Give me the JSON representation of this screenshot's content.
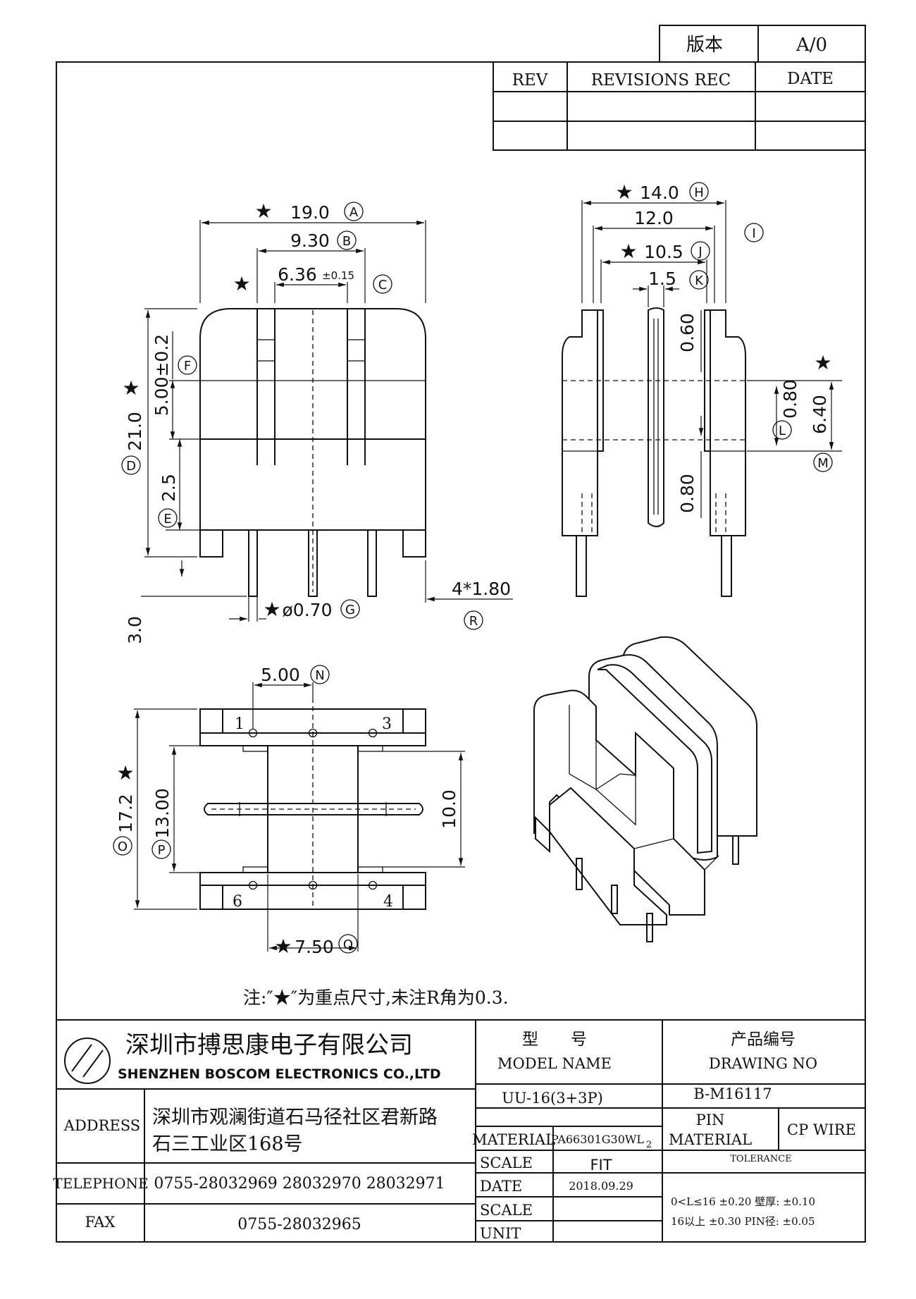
{
  "version_box": {
    "label": "版本",
    "value": "A/0"
  },
  "revision_table": {
    "headers": [
      "REV",
      "REVISIONS REC",
      "DATE"
    ],
    "rows": [
      [
        "",
        "",
        ""
      ],
      [
        "",
        "",
        ""
      ]
    ]
  },
  "front_view": {
    "dims": {
      "A": "19.0",
      "B": "9.30",
      "C": "6.36",
      "C_tol": "±0.15",
      "D": "21.0",
      "F": "5.00±0.2",
      "E": "2.5",
      "pin_len": "3.0",
      "G": "ø0.70",
      "R": "4*1.80"
    },
    "labels": {
      "A": "A",
      "B": "B",
      "C": "C",
      "D": "D",
      "E": "E",
      "F": "F",
      "G": "G",
      "R": "R"
    }
  },
  "side_view": {
    "dims": {
      "H": "14.0",
      "I_val": "12.0",
      "J": "10.5",
      "K": "1.5",
      "top": "0.60",
      "L": "0.80",
      "M": "6.40",
      "bottom": "0.80"
    },
    "labels": {
      "H": "H",
      "I": "I",
      "J": "J",
      "K": "K",
      "L": "L",
      "M": "M"
    }
  },
  "bottom_view": {
    "dims": {
      "N": "5.00",
      "O": "17.2",
      "P": "13.00",
      "span": "10.0",
      "Q": "7.50"
    },
    "labels": {
      "N": "N",
      "O": "O",
      "P": "P",
      "Q": "Q"
    },
    "pins": [
      "1",
      "3",
      "6",
      "4"
    ]
  },
  "star": "★",
  "note": "注:″★″为重点尺寸,未注R角为0.3.",
  "title_block": {
    "company_cn": "深圳市搏思康电子有限公司",
    "company_en": "SHENZHEN BOSCOM ELECTRONICS CO.,LTD",
    "model_header_cn": "型　　号",
    "model_header_en": "MODEL NAME",
    "drawing_header_cn": "产品编号",
    "drawing_header_en": "DRAWING NO",
    "model_value": "UU-16(3+3P)",
    "drawing_value": "B-M16117",
    "address_label": "ADDRESS",
    "address_line1": "深圳市观澜街道石马径社区君新路",
    "address_line2": "石三工业区168号",
    "telephone_label": "TELEPHONE",
    "telephone_value": "0755-28032969 28032970 28032971",
    "fax_label": "FAX",
    "fax_value": "0755-28032965",
    "material_label": "MATERIAL",
    "material_value": "PA66301G30WL",
    "material_sub": "2",
    "scale_label": "SCALE",
    "scale_value": "FIT",
    "date_label": "DATE",
    "date_value": "2018.09.29",
    "scale2_label": "SCALE",
    "unit_label": "UNIT",
    "pin_material_l1": "PIN",
    "pin_material_l2": "MATERIAL",
    "cp_wire": "CP WIRE",
    "tolerance_label": "TOLERANCE",
    "tol_row1": "0<L≤16  ±0.20   壁厚:  ±0.10",
    "tol_row2": "16以上    ±0.30  PIN径: ±0.05"
  }
}
